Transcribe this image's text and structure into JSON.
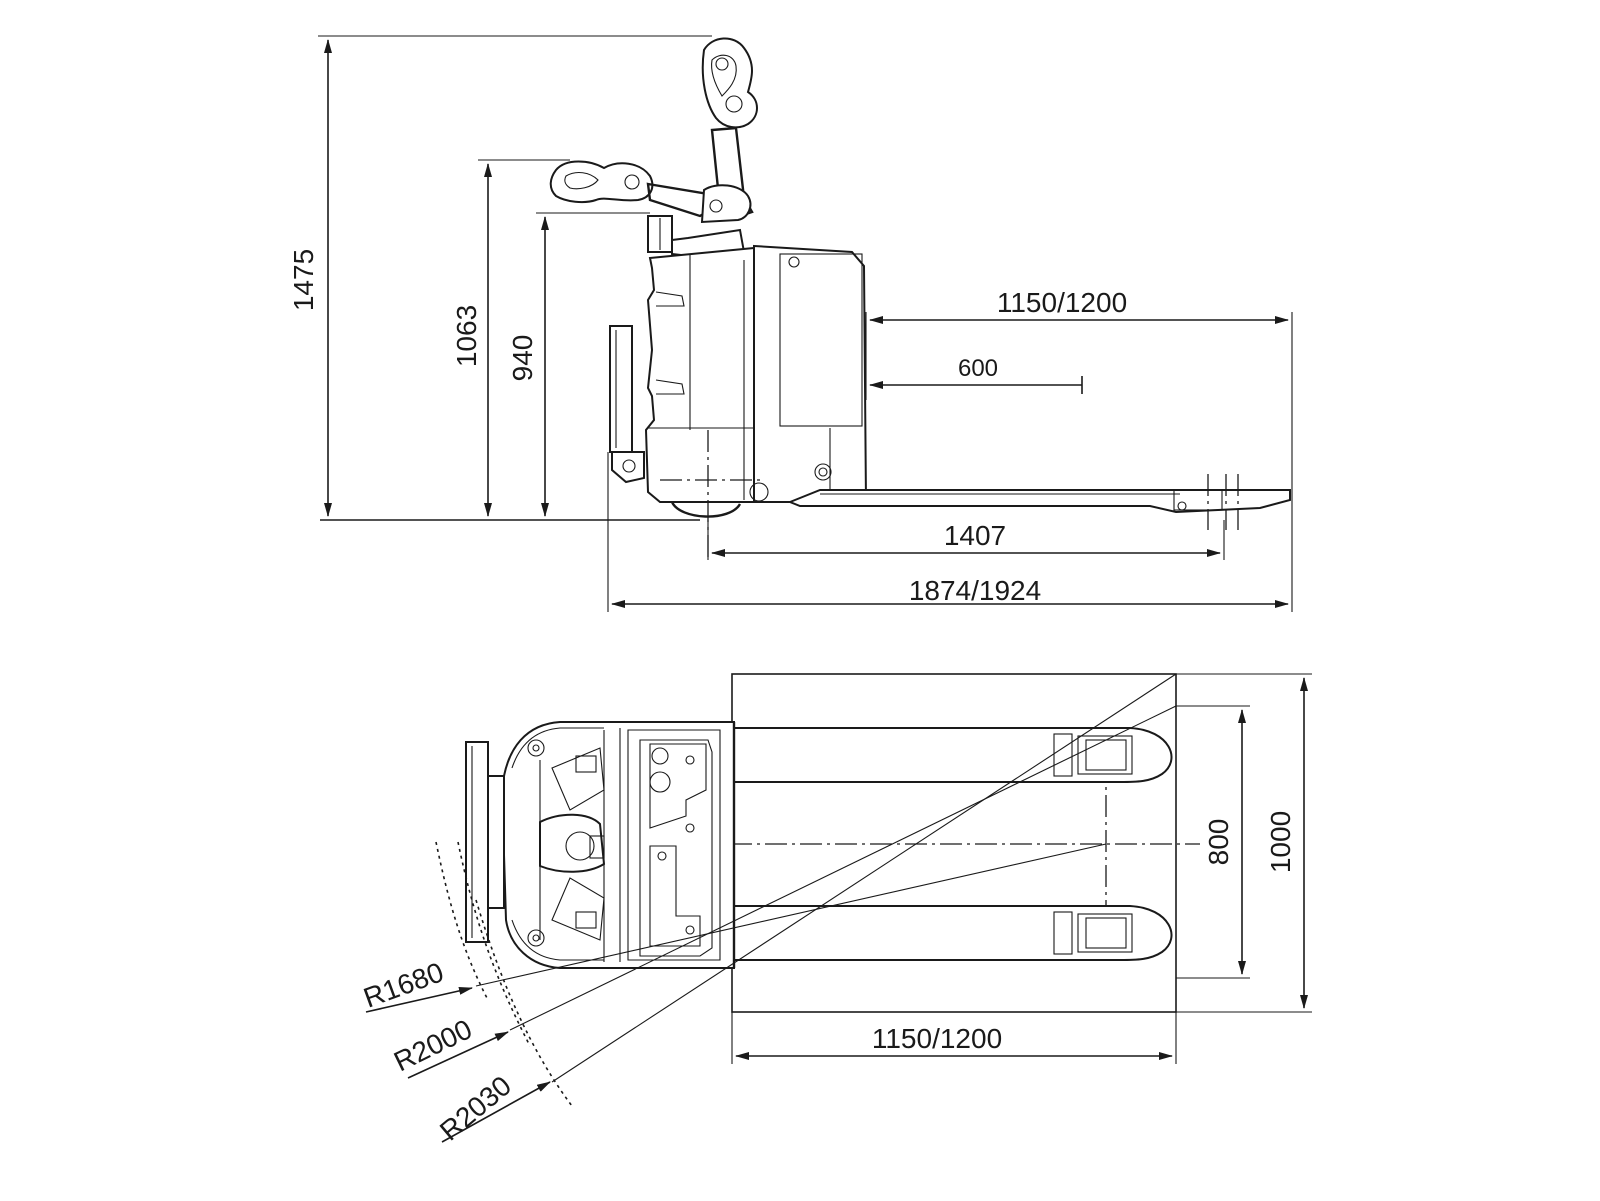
{
  "side_view": {
    "dimensions": {
      "overall_height": "1475",
      "tiller_height": "1063",
      "body_height": "940",
      "fork_length": "1150/1200",
      "load_center": "600",
      "wheelbase": "1407",
      "overall_length": "1874/1924"
    }
  },
  "top_view": {
    "dimensions": {
      "fork_length": "1150/1200",
      "fork_spread": "800",
      "pallet_width": "1000",
      "radius_1": "R1680",
      "radius_2": "R2000",
      "radius_3": "R2030"
    }
  }
}
